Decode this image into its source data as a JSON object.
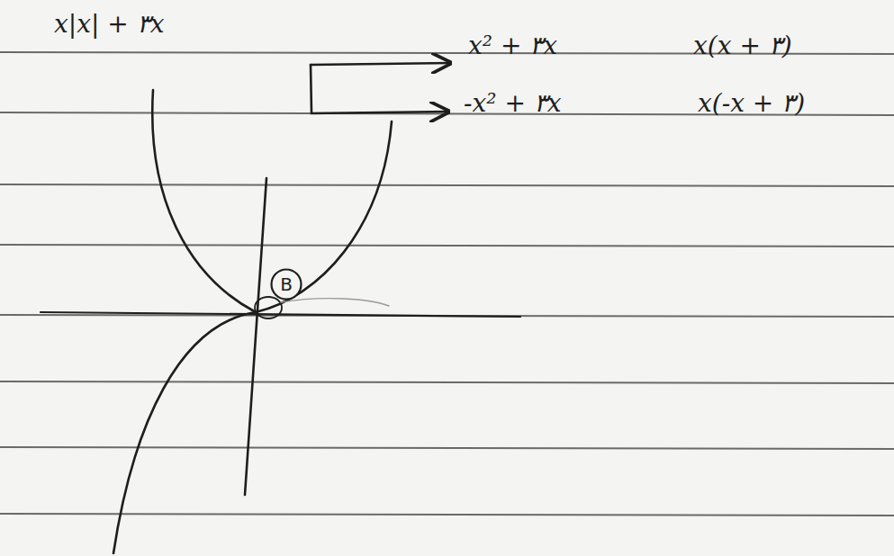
{
  "diagram": {
    "nodes": [
      {
        "text": [
          "B"
        ]
      }
    ],
    "edges": [],
    "labels": [
      "x|x| + ۳x",
      "x² + ۳x",
      "x(x + ۳)",
      "-x² + ۳x",
      "x(-x + ۳)"
    ]
  }
}
